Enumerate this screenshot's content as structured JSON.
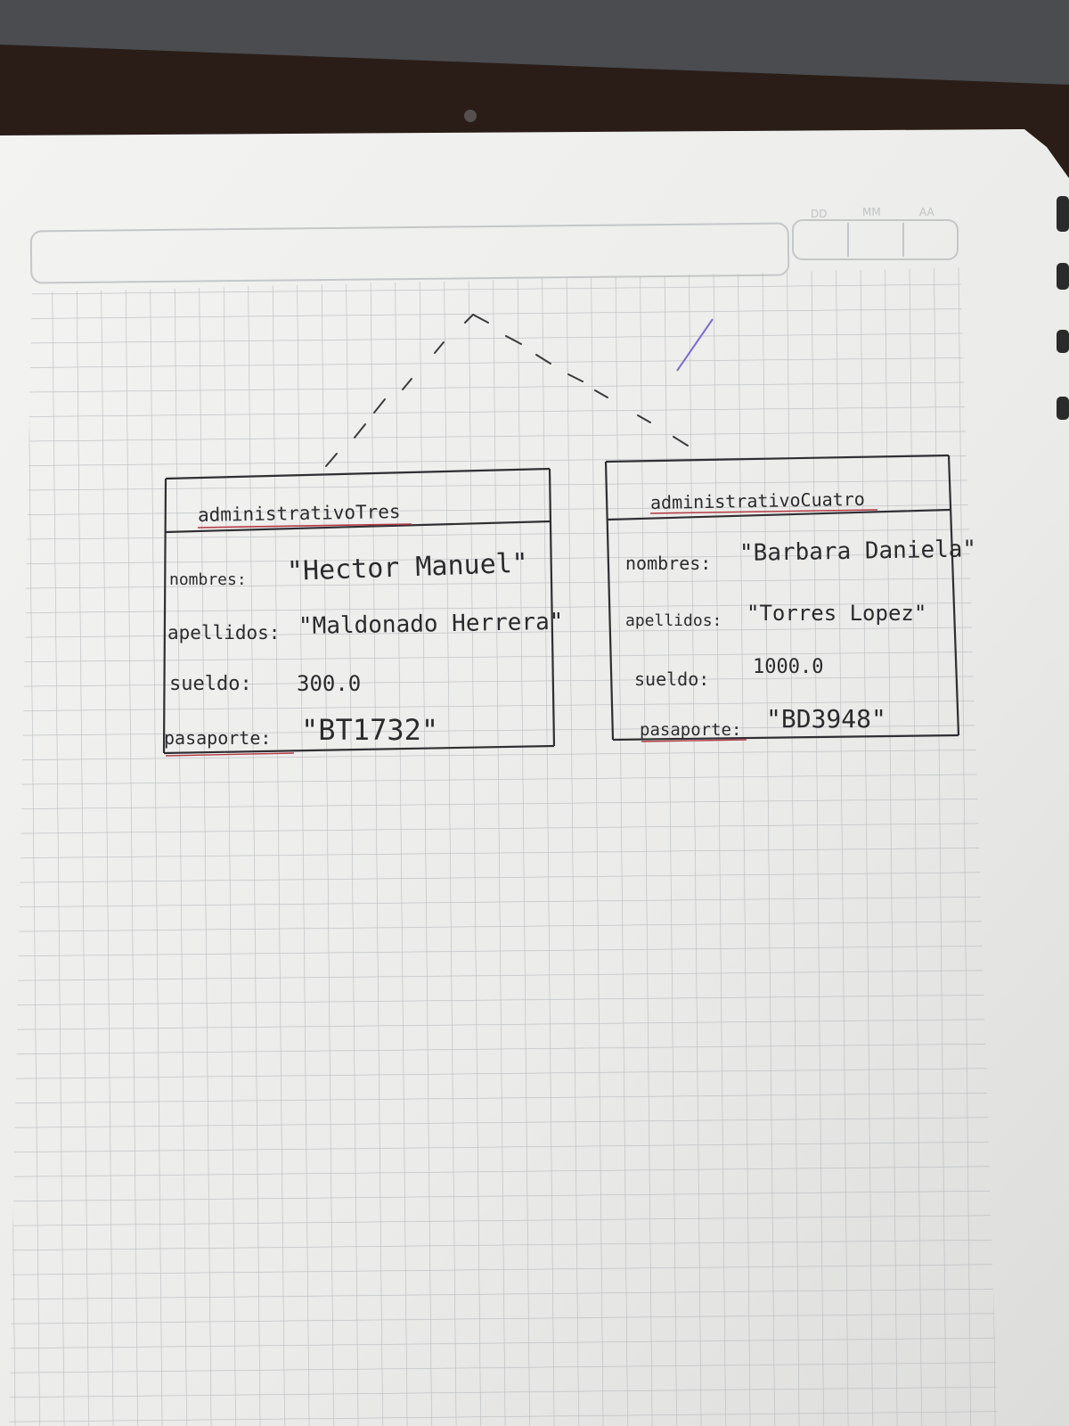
{
  "date_header": {
    "dd": "DD",
    "mm": "MM",
    "aa": "AA"
  },
  "objects": [
    {
      "title": "administrativoTres",
      "fields": [
        {
          "label": "nombres:",
          "value": "\"Hector Manuel\""
        },
        {
          "label": "apellidos:",
          "value": "\"Maldonado Herrera\""
        },
        {
          "label": "sueldo:",
          "value": "300.0"
        },
        {
          "label": "pasaporte:",
          "value": "\"BT1732\""
        }
      ]
    },
    {
      "title": "administrativoCuatro",
      "fields": [
        {
          "label": "nombres:",
          "value": "\"Barbara Daniela\""
        },
        {
          "label": "apellidos:",
          "value": "\"Torres Lopez\""
        },
        {
          "label": "sueldo:",
          "value": "1000.0"
        },
        {
          "label": "pasaporte:",
          "value": "\"BD3948\""
        }
      ]
    }
  ],
  "colors": {
    "paper": "#ececea",
    "grid": "#b9bec1",
    "ink": "#2b2b2e",
    "underline": "#b33a43",
    "purple_stroke": "#7a6bd1"
  }
}
